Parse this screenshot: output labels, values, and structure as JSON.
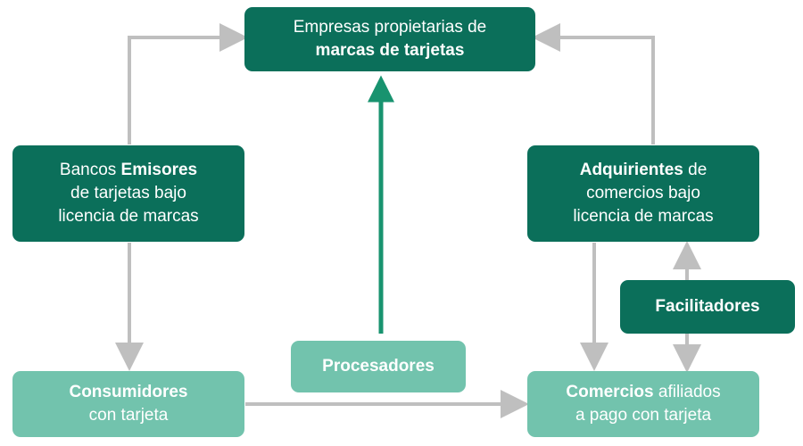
{
  "colors": {
    "dark_node": "#0b6f5a",
    "light_node": "#72c3ad",
    "gray_arrow": "#bfbfbf",
    "green_arrow": "#18936f"
  },
  "nodes": {
    "brands": {
      "line1": "Empresas propietarias de",
      "line2_bold": "marcas de tarjetas"
    },
    "issuers": {
      "line1_prefix": "Bancos ",
      "line1_bold": "Emisores",
      "line2": "de tarjetas bajo",
      "line3": "licencia de marcas"
    },
    "acquirers": {
      "line1_bold": "Adquirientes",
      "line1_suffix": " de",
      "line2": "comercios bajo",
      "line3": "licencia de marcas"
    },
    "facilitators": {
      "label_bold": "Facilitadores"
    },
    "processors": {
      "label_bold": "Procesadores"
    },
    "consumers": {
      "line1_bold": "Consumidores",
      "line2": "con tarjeta"
    },
    "merchants": {
      "line1_bold": "Comercios",
      "line1_suffix": " afiliados",
      "line2": "a pago con tarjeta"
    }
  }
}
